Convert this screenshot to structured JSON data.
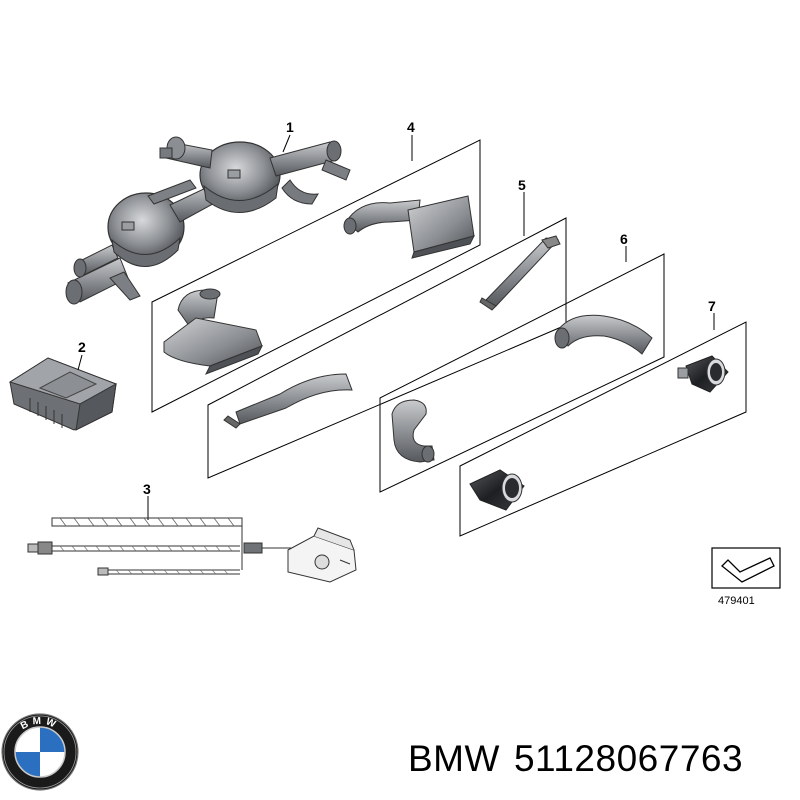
{
  "callouts": {
    "c1": "1",
    "c2": "2",
    "c3": "3",
    "c4": "4",
    "c5": "5",
    "c6": "6",
    "c7": "7"
  },
  "reference_number": "479401",
  "brand": {
    "logo_letters": "BMW",
    "name": "BMW",
    "part_number": "51128067763"
  },
  "colors": {
    "part_fill": "#8e9195",
    "part_dark": "#4a4c50",
    "tip_black": "#1e1f22",
    "logo_blue": "#2a6fc0",
    "logo_ring": "#1a1a1a"
  }
}
